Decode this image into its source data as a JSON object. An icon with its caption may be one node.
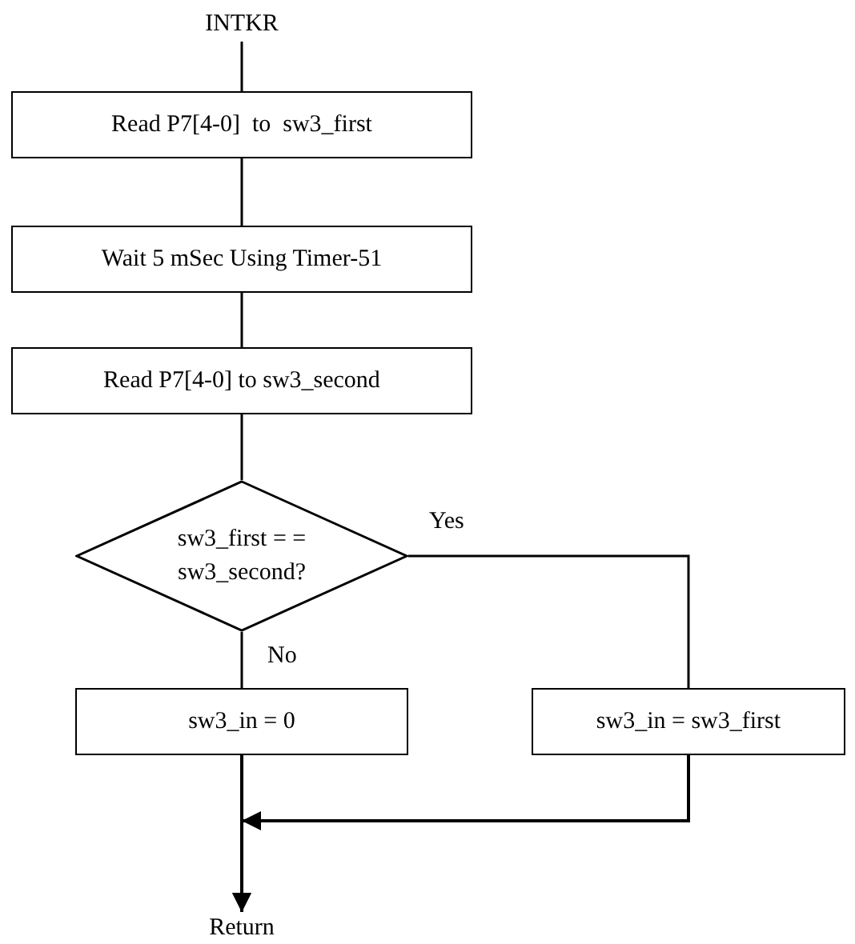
{
  "diagram": {
    "nodes": [
      {
        "text": [
          "INTKR"
        ]
      },
      {
        "text": [
          "Read P7[4-0]  to  sw3_first"
        ]
      },
      {
        "text": [
          "Wait 5 mSec Using Timer-51"
        ]
      },
      {
        "text": [
          "Read P7[4-0] to sw3_second"
        ]
      },
      {
        "text": [
          "sw3_first = = sw3_second?"
        ]
      },
      {
        "text": [
          "sw3_in = 0"
        ]
      },
      {
        "text": [
          "sw3_in = sw3_first"
        ]
      },
      {
        "text": [
          "Return"
        ]
      }
    ],
    "edges": [
      {
        "from": 0,
        "to": 1,
        "arrow": "none"
      },
      {
        "from": 1,
        "to": 2,
        "arrow": "none"
      },
      {
        "from": 2,
        "to": 3,
        "arrow": "none"
      },
      {
        "from": 3,
        "to": 4,
        "arrow": "none"
      },
      {
        "from": 4,
        "to": 6,
        "arrow": "none",
        "label": "Yes"
      },
      {
        "from": 4,
        "to": 5,
        "arrow": "none",
        "label": "No"
      },
      {
        "from": 5,
        "to": 7,
        "arrow": "to"
      },
      {
        "from": 6,
        "to": 7,
        "arrow": "to"
      }
    ]
  }
}
